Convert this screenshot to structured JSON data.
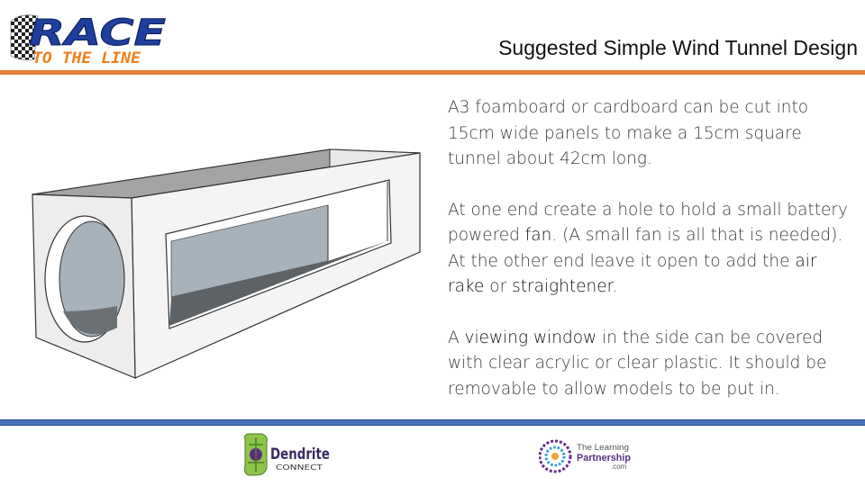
{
  "header": {
    "title": "Suggested Simple Wind Tunnel Design",
    "logo": {
      "line1": "RACE",
      "line2": "TO THE LINE",
      "accent": "#1f3f9e",
      "secondary": "#f07d1a"
    }
  },
  "colors": {
    "orange_rule": "#e57f36",
    "blue_rule": "#4a72b8"
  },
  "body": {
    "p1": "A3 foamboard or cardboard can be cut into 15cm wide panels to make a 15cm square tunnel about 42cm long.",
    "p2_a": "At one end create a hole to hold a small battery powered ",
    "p2_fan": "fan",
    "p2_b": ". (A small fan is all that is needed).",
    "p3_a": "At the other end leave it open to add the ",
    "p3_air": "air rake",
    "p3_or": " or ",
    "p3_straightener": "straightener",
    "p3_end": ".",
    "p4_a": "A ",
    "p4_window": "viewing window",
    "p4_b": " in the side can be covered with clear acrylic or clear plastic.  It should be removable to allow models to be put in."
  },
  "footer": {
    "dendrite": {
      "name": "Dendrite",
      "sub": "CONNECT"
    },
    "learning_partnership": {
      "line1": "The Learning",
      "line2": "Partnership",
      "line3": ".com"
    }
  }
}
